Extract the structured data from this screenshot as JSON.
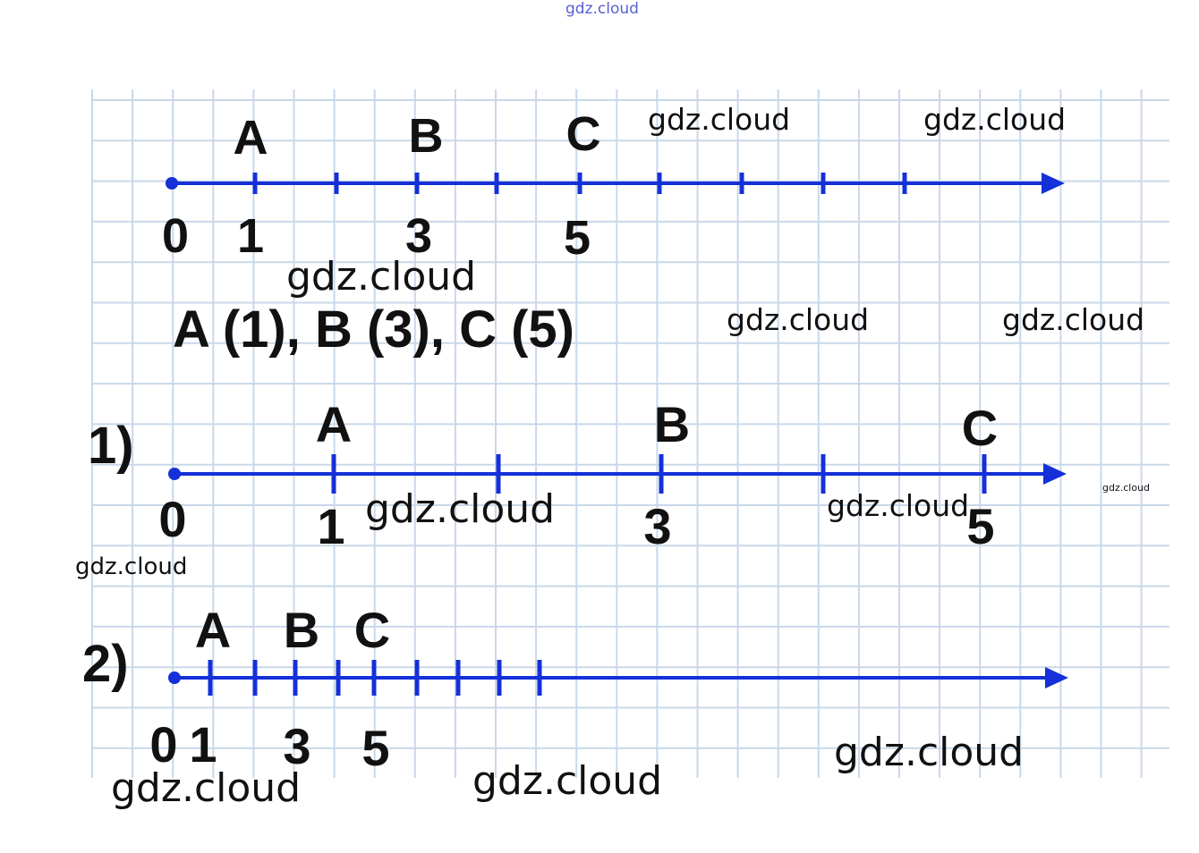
{
  "watermark_top": "gdz.cloud",
  "colors": {
    "axis": "#1530d8",
    "grid": "#c9d8ea",
    "text": "#111111"
  },
  "main_line": {
    "origin": "0",
    "points": [
      {
        "name": "A",
        "value": "1"
      },
      {
        "name": "B",
        "value": "3"
      },
      {
        "name": "C",
        "value": "5"
      }
    ],
    "answer": "A (1), B (3), C (5)"
  },
  "variant1": {
    "label": "1)",
    "origin": "0",
    "points": [
      {
        "name": "A",
        "value": "1"
      },
      {
        "name": "B",
        "value": "3"
      },
      {
        "name": "C",
        "value": "5"
      }
    ]
  },
  "variant2": {
    "label": "2)",
    "origin": "0",
    "points": [
      {
        "name": "A",
        "value": "1"
      },
      {
        "name": "B",
        "value": "3"
      },
      {
        "name": "C",
        "value": "5"
      }
    ]
  },
  "watermarks": [
    "gdz.cloud",
    "gdz.cloud",
    "gdz.cloud",
    "gdz.cloud",
    "gdz.cloud",
    "gdz.cloud",
    "gdz.cloud",
    "gdz.cloud",
    "gdz.cloud",
    "gdz.cloud",
    "gdz.cloud",
    "gdz.cloud"
  ]
}
